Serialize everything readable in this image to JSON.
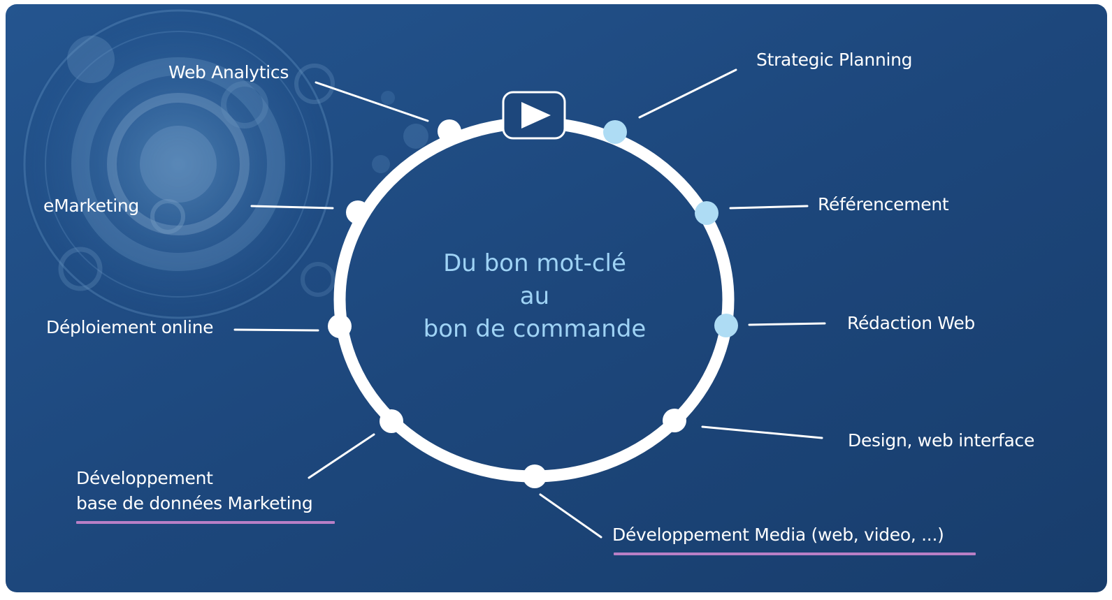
{
  "diagram": {
    "center": {
      "line1": "Du bon mot-clé",
      "line2": "au",
      "line3": "bon de commande"
    },
    "labels": {
      "web_analytics": "Web Analytics",
      "strategic_planning": "Strategic Planning",
      "emarketing": "eMarketing",
      "referencement": "Référencement",
      "deploiement_online": "Déploiement online",
      "redaction_web": "Rédaction Web",
      "design_web_interface": "Design, web interface",
      "dev_base_line1": "Développement",
      "dev_base_line2": "base de données Marketing",
      "dev_media": "Développement Media (web, video, ...)"
    },
    "play_icon": "play-icon",
    "colors": {
      "background": "#1d477c",
      "ring": "#ffffff",
      "highlight_node": "#aedcf4",
      "center_text": "#9fd3f5",
      "underline": "#b97fc6"
    }
  }
}
